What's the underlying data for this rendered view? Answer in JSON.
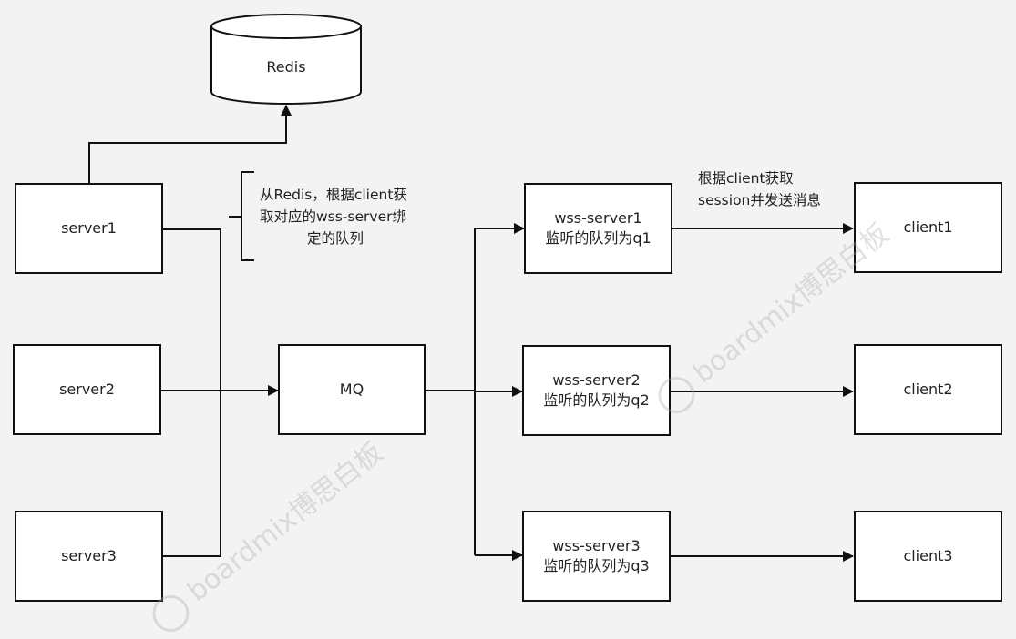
{
  "nodes": {
    "redis": "Redis",
    "server1": "server1",
    "server2": "server2",
    "server3": "server3",
    "mq": "MQ",
    "wss1": {
      "line1": "wss-server1",
      "line2": "监听的队列为q1"
    },
    "wss2": {
      "line1": "wss-server2",
      "line2": "监听的队列为q2"
    },
    "wss3": {
      "line1": "wss-server3",
      "line2": "监听的队列为q3"
    },
    "client1": "client1",
    "client2": "client2",
    "client3": "client3"
  },
  "annotations": {
    "redis_lookup": {
      "line1": "从Redis，根据client获",
      "line2": "取对应的wss-server绑",
      "line3": "定的队列"
    },
    "session_push": {
      "line1": "根据client获取",
      "line2": "session并发送消息"
    }
  },
  "watermark": {
    "text": "boardmix博思白板"
  }
}
